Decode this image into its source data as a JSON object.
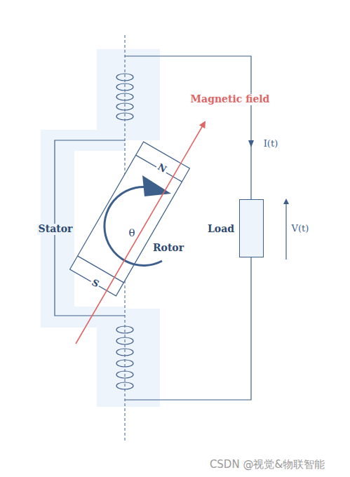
{
  "diagram": {
    "nodes": [
      {
        "text": [
          "Load"
        ]
      }
    ],
    "labels": [
      "Magnetic field",
      "I(t)",
      "N",
      "θ",
      "Rotor",
      "Stator",
      "V(t)",
      "S",
      "CSDN @视觉&物联智能"
    ]
  }
}
